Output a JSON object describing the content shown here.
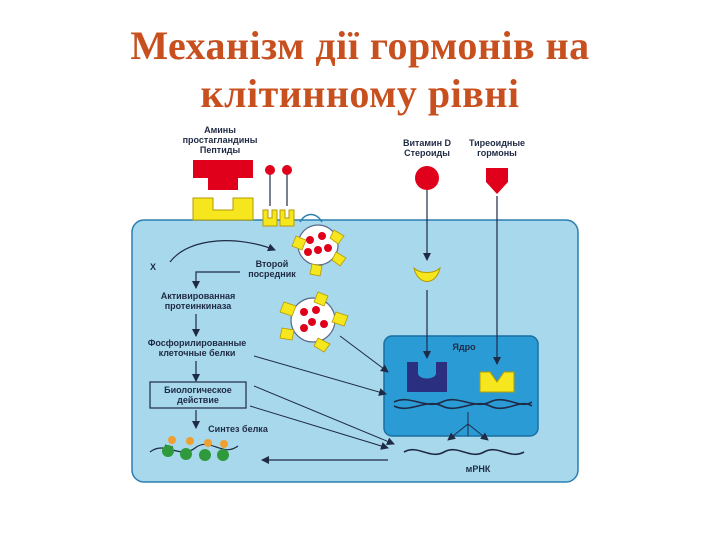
{
  "title": {
    "line1": "Механізм дії гормонів на",
    "line2": "клітинному рівні"
  },
  "labels": {
    "amines": "Амины",
    "prostaglandins": "простагландины",
    "peptides": "Пептиды",
    "vitamin_d": "Витамин D",
    "steroids": "Стероиды",
    "thyroid_1": "Тиреоидные",
    "thyroid_2": "гормоны",
    "x": "X",
    "second_1": "Второй",
    "second_2": "посредник",
    "kinase_1": "Активированная",
    "kinase_2": "протеинкиназа",
    "phos_1": "Фосфорилированные",
    "phos_2": "клеточные белки",
    "bio_1": "Биологическое",
    "bio_2": "действие",
    "synthesis": "Синтез белка",
    "nucleus": "Ядро",
    "mrna": "мРНК"
  },
  "colors": {
    "title": "#c8501e",
    "cell": "#a7d8ec",
    "nucleus": "#2b9bd6",
    "hormone_red": "#e0001b",
    "receptor_yellow": "#f5e61e",
    "receptor_navy": "#2a2f7f",
    "ribosome_orange": "#f0a030",
    "ribosome_green": "#2e9a3c"
  },
  "icons": [
    "amine-hormone-icon",
    "receptor-icon",
    "vesicle-icon",
    "dna-icon",
    "ribosome-icon"
  ]
}
